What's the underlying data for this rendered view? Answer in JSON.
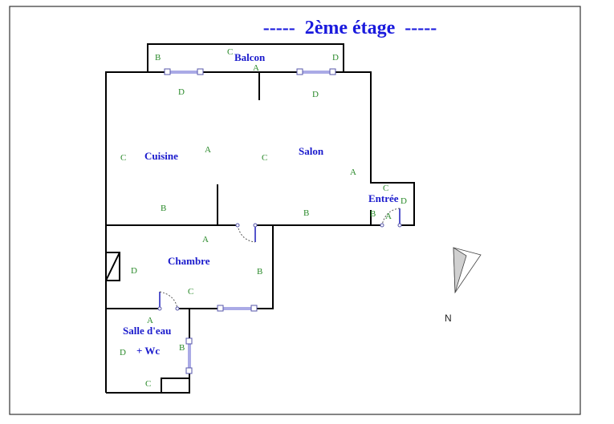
{
  "title": "-----  2ème étage  -----",
  "rooms": {
    "balcon": "Balcon",
    "cuisine": "Cuisine",
    "salon": "Salon",
    "entree": "Entrée",
    "chambre": "Chambre",
    "salle_deau": "Salle d'eau",
    "wc": "+ Wc"
  },
  "wall_labels": {
    "balcon": [
      "B",
      "C",
      "A",
      "D"
    ],
    "cuisine": [
      "D",
      "C",
      "A",
      "B"
    ],
    "salon": [
      "D",
      "C",
      "A",
      "B"
    ],
    "entree": [
      "C",
      "D",
      "B",
      "A"
    ],
    "chambre": [
      "A",
      "D",
      "B",
      "C"
    ],
    "salle_deau": [
      "A",
      "D",
      "B",
      "C"
    ]
  },
  "compass": {
    "label": "N"
  },
  "colors": {
    "room_label": "#1a1acc",
    "wall_label": "#2a8a2a",
    "window": "#5555cc"
  }
}
